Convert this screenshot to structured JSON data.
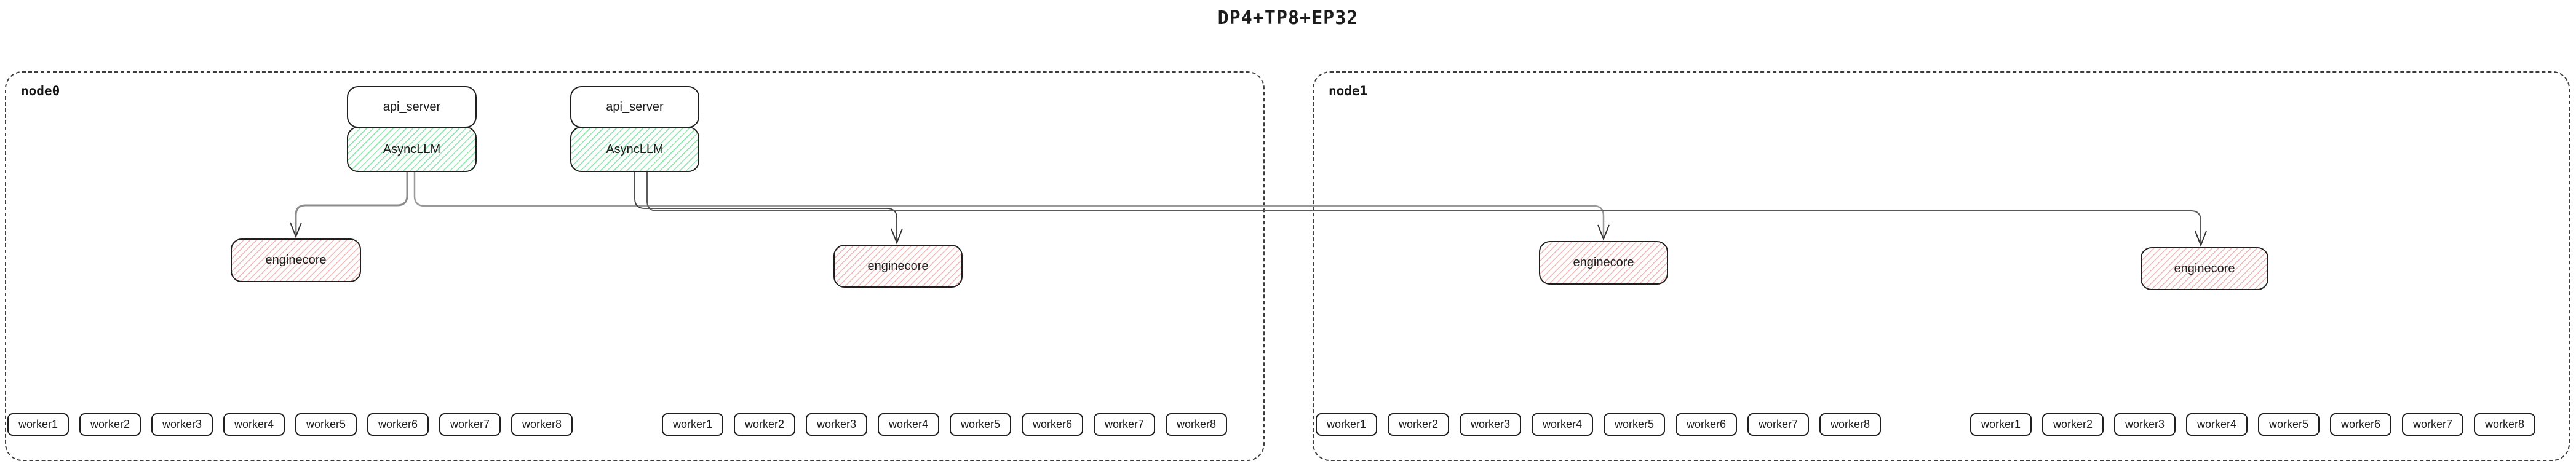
{
  "title": "DP4+TP8+EP32",
  "nodes": [
    {
      "label": "node0",
      "api_stacks": [
        {
          "api": "api_server",
          "llm": "AsyncLLM"
        },
        {
          "api": "api_server",
          "llm": "AsyncLLM"
        }
      ],
      "enginecores": [
        "enginecore",
        "enginecore"
      ],
      "worker_groups": [
        [
          "worker1",
          "worker2",
          "worker3",
          "worker4",
          "worker5",
          "worker6",
          "worker7",
          "worker8"
        ],
        [
          "worker1",
          "worker2",
          "worker3",
          "worker4",
          "worker5",
          "worker6",
          "worker7",
          "worker8"
        ]
      ]
    },
    {
      "label": "node1",
      "api_stacks": [],
      "enginecores": [
        "enginecore",
        "enginecore"
      ],
      "worker_groups": [
        [
          "worker1",
          "worker2",
          "worker3",
          "worker4",
          "worker5",
          "worker6",
          "worker7",
          "worker8"
        ],
        [
          "worker1",
          "worker2",
          "worker3",
          "worker4",
          "worker5",
          "worker6",
          "worker7",
          "worker8"
        ]
      ]
    }
  ],
  "colors": {
    "green_hatch": "#8fe7ae",
    "red_hatch": "#f2b4b2",
    "box_border": "#1f1f1f",
    "edge_gray": "#8c8c8c",
    "edge_dark": "#3d3d3d"
  }
}
